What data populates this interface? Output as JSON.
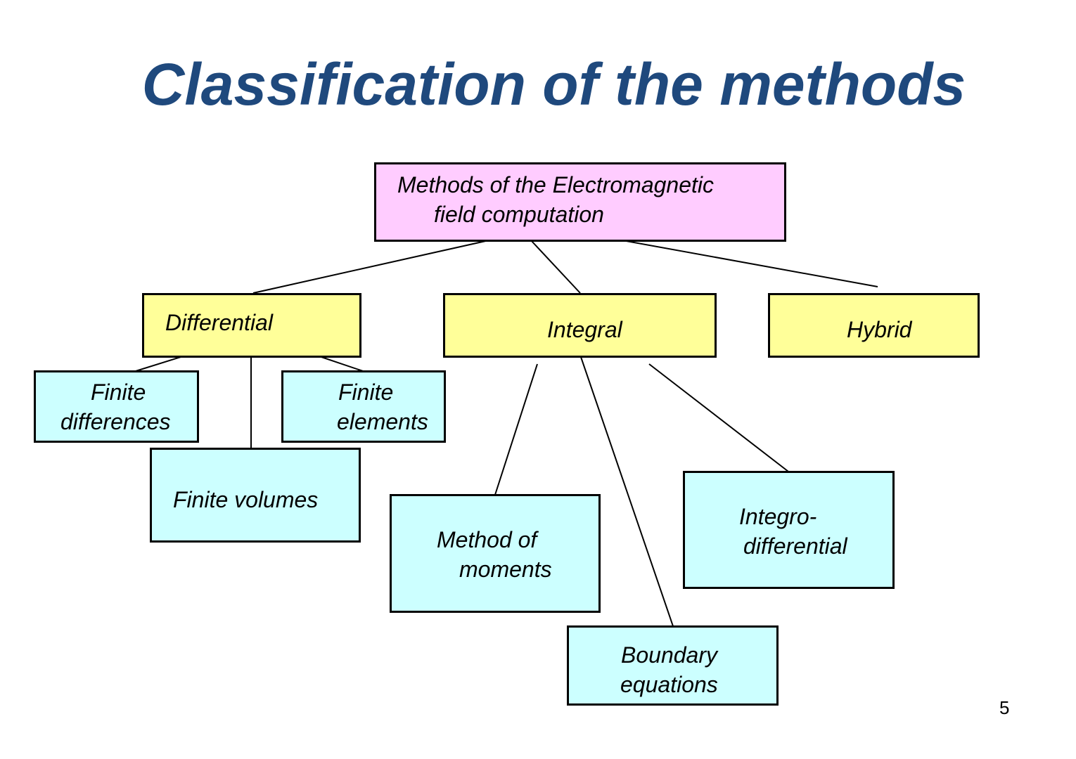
{
  "title": "Classification of the methods",
  "page_number": "5",
  "colors": {
    "title": "#1f497d",
    "root_fill": "#ffccff",
    "category_fill": "#ffff99",
    "method_fill": "#ccffff"
  },
  "nodes": {
    "root": {
      "line1": "Methods of the Electromagnetic",
      "line2": "field computation"
    },
    "differential": {
      "label": "Differential"
    },
    "integral": {
      "label": "Integral"
    },
    "hybrid": {
      "label": "Hybrid"
    },
    "finite_differences": {
      "line1": "Finite",
      "line2": "differences"
    },
    "finite_elements": {
      "line1": "Finite",
      "line2": "elements"
    },
    "finite_volumes": {
      "label": "Finite volumes"
    },
    "method_of_moments": {
      "line1": "Method of",
      "line2": "moments"
    },
    "boundary_equations": {
      "line1": "Boundary",
      "line2": "equations"
    },
    "integro_differential": {
      "line1": "Integro-",
      "line2": "differential"
    }
  }
}
